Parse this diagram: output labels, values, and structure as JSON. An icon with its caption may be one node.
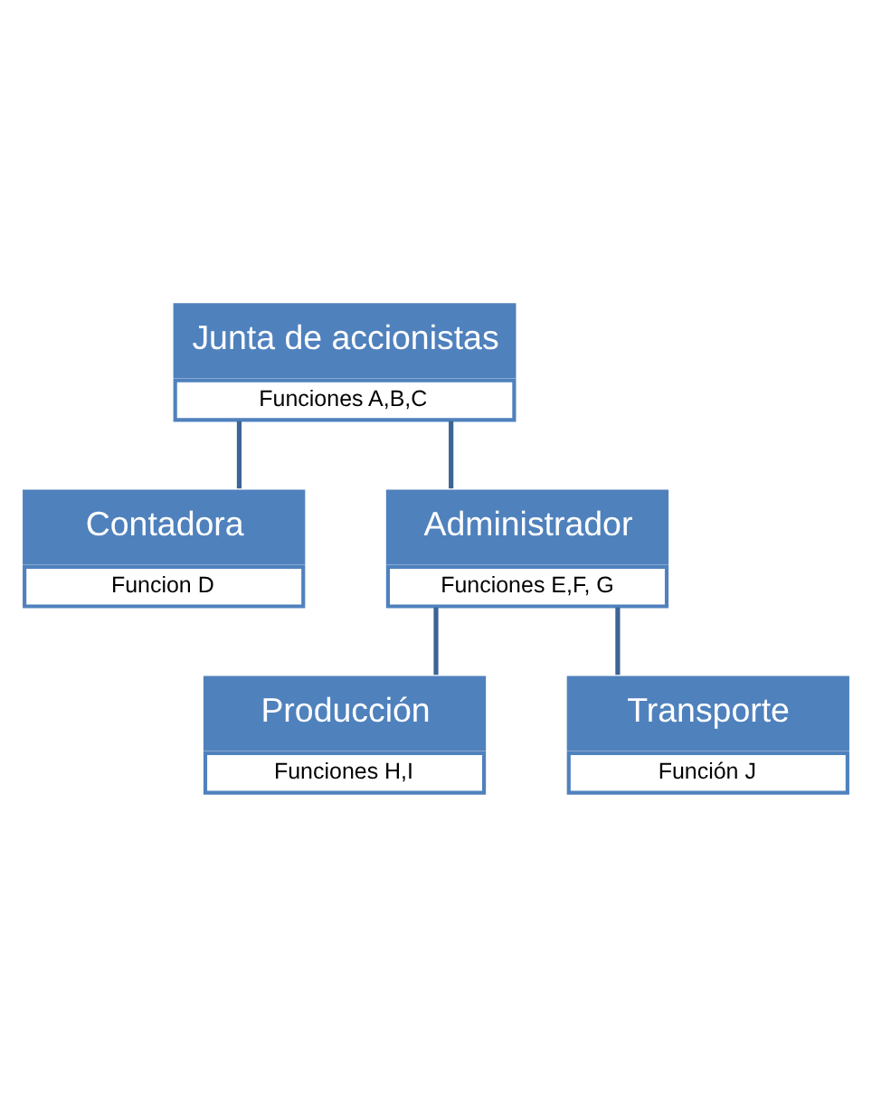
{
  "diagram": {
    "nodes": [
      {
        "text": [
          "Junta de accionistas",
          "Funciones A,B,C"
        ]
      },
      {
        "text": [
          "Contadora",
          "Funcion D"
        ]
      },
      {
        "text": [
          "Administrador",
          "Funciones E,F, G"
        ]
      },
      {
        "text": [
          "Producción",
          "Funciones H,I"
        ]
      },
      {
        "text": [
          "Transporte",
          "Función J"
        ]
      }
    ],
    "edges": [
      {
        "from": 0,
        "to": 1,
        "arrow": "none"
      },
      {
        "from": 0,
        "to": 2,
        "arrow": "none"
      },
      {
        "from": 2,
        "to": 3,
        "arrow": "none"
      },
      {
        "from": 2,
        "to": 4,
        "arrow": "none"
      }
    ]
  }
}
